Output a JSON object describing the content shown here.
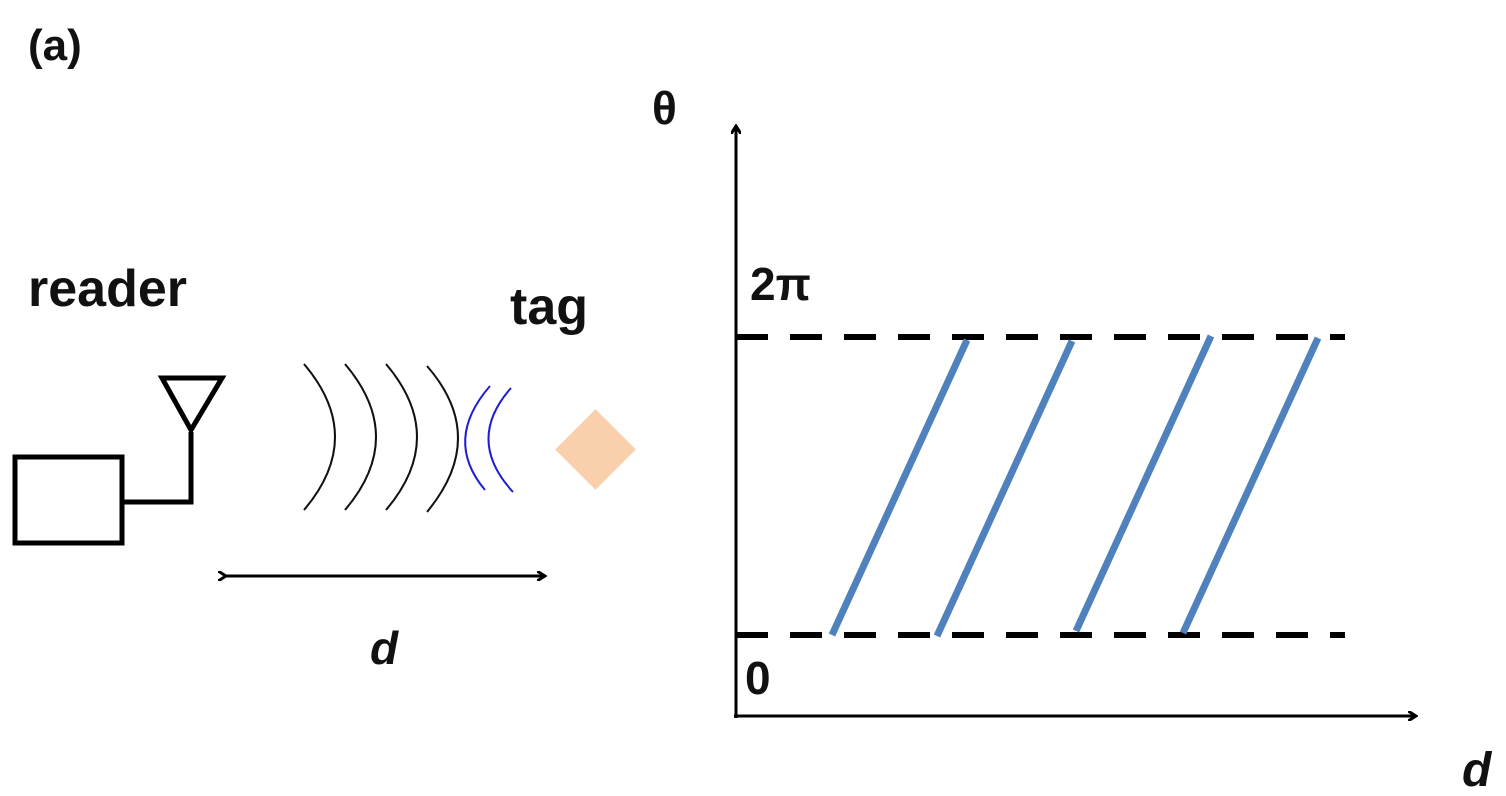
{
  "panel_label": "(a)",
  "labels": {
    "reader": "reader",
    "tag": "tag",
    "distance": "d"
  },
  "plot": {
    "y_axis_label": "θ",
    "x_axis_label": "d",
    "upper_level_label": "2π",
    "lower_level_label": "0",
    "phase_period_ramps": 4
  },
  "colors": {
    "ramp": "#4f81bd",
    "near_wave": "#1f1fd1",
    "far_wave": "#111111",
    "tag": "#f9cfac",
    "ink": "#000000"
  }
}
